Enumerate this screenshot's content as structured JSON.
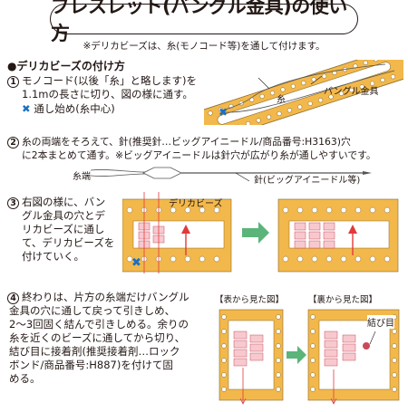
{
  "title": "ブレスレット(バングル金具)の使い方",
  "subtitle": "※デリカビーズは、糸(モノコード等)を通して付けます。",
  "section_heading": "●デリカビーズの付け方",
  "step1": {
    "num": "1",
    "line1": "モノコード(以後「糸」と略します)を",
    "line2": "1.1mの長さに切り、図の様に通す。",
    "note_mark": "✖",
    "note": "通し始め(糸中心)",
    "label_thread": "糸",
    "label_bangle": "バングル金具"
  },
  "step2": {
    "num": "2",
    "line1": "糸の両端をそろえて、針(推奨針…ビッグアイニードル/商品番号:H3163)穴",
    "line2": "に2本まとめて通す。※ビッグアイニードルは針穴が広がり糸が通しやすいです。",
    "label_thread_end": "糸端",
    "label_needle": "針(ビッグアイニードル等)"
  },
  "step3": {
    "num": "3",
    "lines": [
      "右図の様に、バン",
      "グル金具の穴とデ",
      "リカビーズに通し",
      "て、デリカビーズを",
      "付けていく。"
    ],
    "label_delica": "デリカビーズ"
  },
  "step4": {
    "num": "4",
    "lines": [
      "終わりは、片方の糸端だけバングル",
      "金具の穴に通して戻って引きしめ、",
      "2～3回固く結んで引きしめる。余りの",
      "糸を近くのビーズに通してから切り、",
      "結び目に接着剤(推奨接着剤…ロック",
      "ボンド/商品番号:H887)を付けて固",
      "める。"
    ],
    "caption_front": "【表から見た図】",
    "caption_back": "【裏から見た図】",
    "label_knot": "結び目"
  },
  "colors": {
    "bangle": "#f2b84b",
    "arrow_green": "#5bb47a",
    "arrow_red": "#e03a3a",
    "x_blue": "#1b6fc2"
  }
}
